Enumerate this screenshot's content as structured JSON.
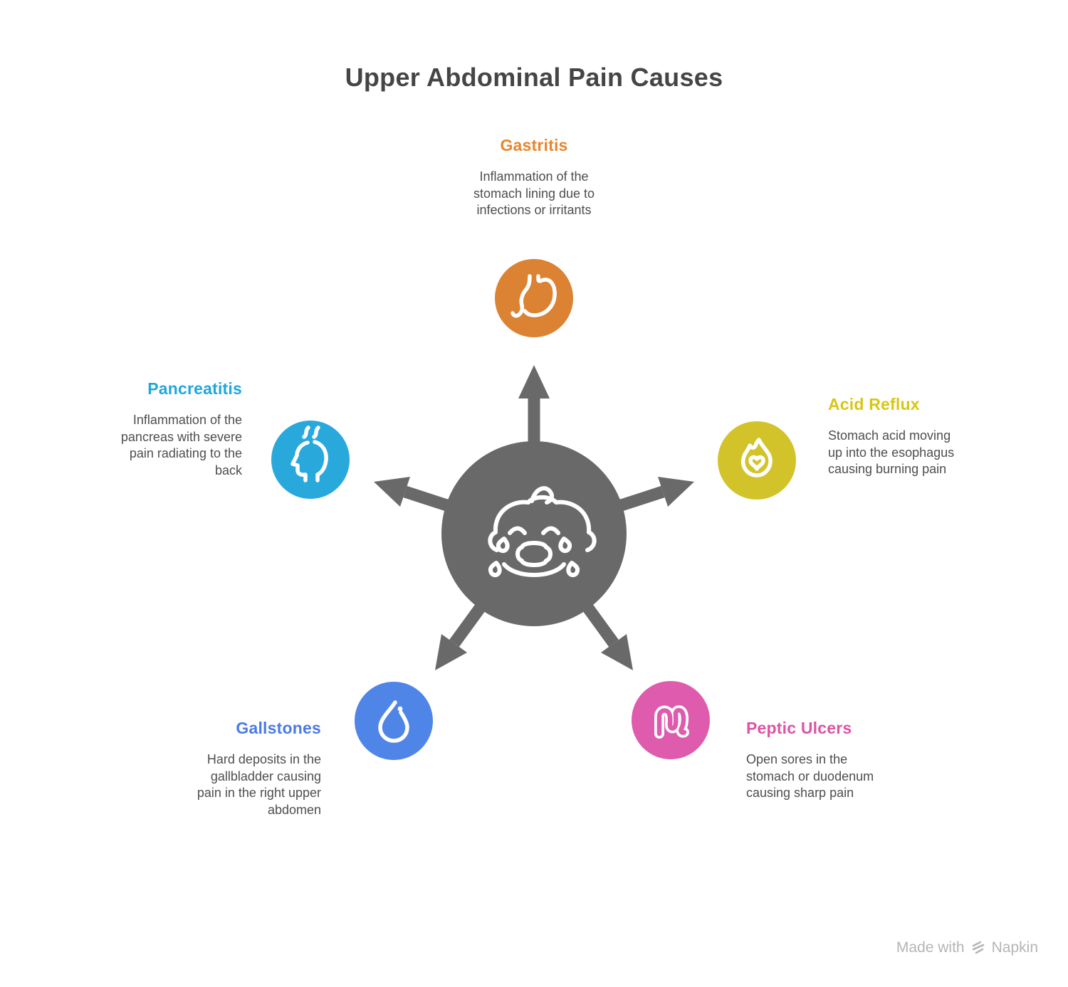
{
  "title": "Upper Abdominal Pain Causes",
  "center": {
    "icon": "crying-baby-icon",
    "circle_color": "#696969",
    "arrow_color": "#696969",
    "arrow_count": 5
  },
  "causes": [
    {
      "id": "gastritis",
      "label": "Gastritis",
      "description": "Inflammation of the stomach lining due to infections or irritants",
      "label_color": "#E8862C",
      "circle_color": "#DB8233",
      "icon": "stomach-icon",
      "position": "top"
    },
    {
      "id": "pancreatitis",
      "label": "Pancreatitis",
      "description": "Inflammation of the pancreas with severe pain radiating to the back",
      "label_color": "#1FA7DC",
      "circle_color": "#29A9DB",
      "icon": "head-steam-icon",
      "position": "left"
    },
    {
      "id": "acid-reflux",
      "label": "Acid Reflux",
      "description": "Stomach acid moving up into the esophagus causing burning pain",
      "label_color": "#D8C613",
      "circle_color": "#D3C32B",
      "icon": "flame-heart-icon",
      "position": "right"
    },
    {
      "id": "gallstones",
      "label": "Gallstones",
      "description": "Hard deposits in the gallbladder causing pain in the right upper abdomen",
      "label_color": "#4B7BE5",
      "circle_color": "#5085E8",
      "icon": "droplet-icon",
      "position": "bottom-left"
    },
    {
      "id": "peptic-ulcers",
      "label": "Peptic Ulcers",
      "description": "Open sores in the stomach or duodenum causing sharp pain",
      "label_color": "#DD54A5",
      "circle_color": "#DE5BAE",
      "icon": "intestine-icon",
      "position": "bottom-right"
    }
  ],
  "watermark": {
    "text_prefix": "Made with",
    "brand": "Napkin",
    "color": "#B5B5B5"
  }
}
